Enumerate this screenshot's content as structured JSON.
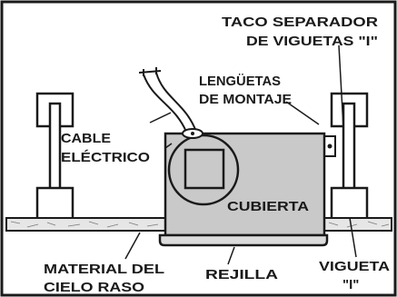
{
  "labels": {
    "taco_line1": "TACO SEPARADOR",
    "taco_line2_pre": "DE VIGUETAS \"",
    "taco_line2_i": "I",
    "taco_line2_post": "\"",
    "lenguetas_line1": "LENGÜETAS",
    "lenguetas_line2": "DE MONTAJE",
    "cable_line1": "CABLE",
    "cable_line2": "ELÉCTRICO",
    "cubierta": "CUBIERTA",
    "material_line1": "MATERIAL DEL",
    "material_line2": "CIELO RASO",
    "rejilla": "REJILLA",
    "vigueta_line1": "VIGUETA",
    "vigueta_line2_pre": "\"",
    "vigueta_line2_i": "I",
    "vigueta_line2_post": "\""
  },
  "colors": {
    "ink": "#1a1a1a",
    "housing_fill": "#c9c9c9",
    "ceiling_fill": "#e6e6e6",
    "grille_fill": "#dcdcdc",
    "background": "#ffffff"
  }
}
